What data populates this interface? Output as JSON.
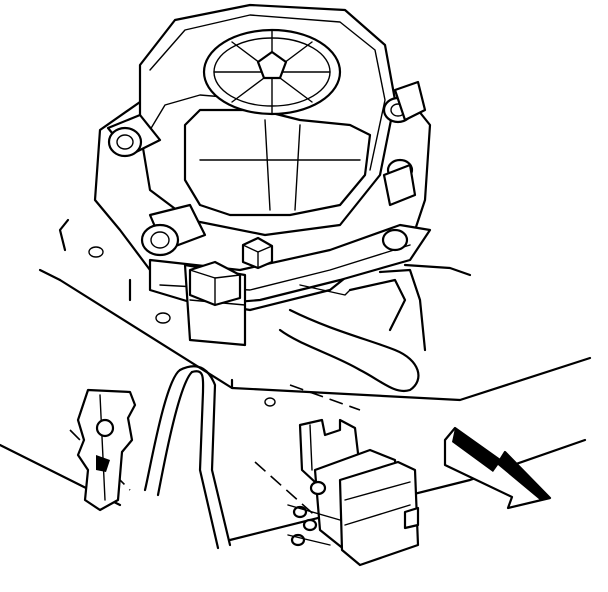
{
  "diagram": {
    "components": [
      {
        "id": "throttle-body",
        "icon": "throttle-body-assembly"
      },
      {
        "id": "air-cleaner-stud",
        "icon": "wing-stud"
      },
      {
        "id": "vacuum-hose",
        "icon": "hose"
      },
      {
        "id": "mounting-bracket",
        "icon": "bracket"
      },
      {
        "id": "sensor-module",
        "icon": "module"
      },
      {
        "id": "direction-arrow",
        "icon": "arrow-forward"
      }
    ],
    "colors": {
      "ink": "#000000",
      "paper": "#ffffff"
    }
  }
}
